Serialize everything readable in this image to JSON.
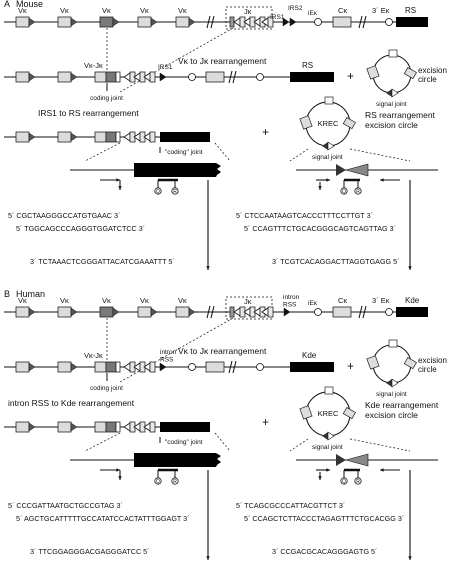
{
  "panel_a": {
    "letter": "A",
    "species": "Mouse",
    "gene_labels": {
      "vk": "Vκ",
      "jk": "Jκ",
      "irs1": "IRS1",
      "irs2": "IRS2",
      "iek": "iEκ",
      "ck": "Cκ",
      "ek3": "3´ Eκ",
      "rs": "RS"
    },
    "step1_title": "Vκ to Jκ rearrangement",
    "vkjk_label": "Vκ-Jκ",
    "coding_joint": "coding joint",
    "irs1_label": "IRS1",
    "rs_label": "RS",
    "plus": "+",
    "excision_circle": "excision\ncircle",
    "signal_joint": "signal joint",
    "step2_title": "IRS1 to RS rearrangement",
    "coding_joint_quoted": "\"coding\" joint",
    "krec": "KREC",
    "rs_excision": "RS rearrangement\nexcision circle",
    "signal_joint2": "signal joint",
    "q": "Q",
    "r": "R",
    "seq_left_1": "5´ CGCTAAGGGCCATGTGAAC 3´",
    "seq_left_2": "5´ TGGCAGCCCAGGGTGGATCTCC 3´",
    "seq_left_3": "3´ TCTAAACTCGGGATTACATCGAAATTT 5´",
    "seq_right_1": "5´ CTCCAATAAGTCACCCTTTCCTTGT 3´",
    "seq_right_2": "5´ CCAGTTTCTGCACGGGCAGTCAGTTAG 3´",
    "seq_right_3": "3´ TCGTCACAGGACTTAGGTGAGG 5´"
  },
  "panel_b": {
    "letter": "B",
    "species": "Human",
    "gene_labels": {
      "vk": "Vκ",
      "jk": "Jκ",
      "intron_rss": "intron\nRSS",
      "iek": "iEκ",
      "ck": "Cκ",
      "ek3": "3´ Eκ",
      "kde": "Kde"
    },
    "step1_title": "Vκ to Jκ rearrangement",
    "vkjk_label": "Vκ-Jκ",
    "coding_joint": "coding joint",
    "intron_rss_label": "intron\nRSS",
    "kde_label": "Kde",
    "plus": "+",
    "excision_circle": "excision\ncircle",
    "signal_joint": "signal joint",
    "step2_title": "intron RSS to Kde rearrangement",
    "coding_joint_quoted": "\"coding\" joint",
    "krec": "KREC",
    "kde_excision": "Kde rearrangement\nexcision circle",
    "signal_joint2": "signal joint",
    "q": "Q",
    "r": "R",
    "seq_left_1": "5´ CCCGATTAATGCTGCCGTAG 3´",
    "seq_left_2": "5´ AGCTGCATTTTTGCCATATCCACTATTTGGAGT 3´",
    "seq_left_3": "3´ TTCGGAGGGACGAGGGATCC 5´",
    "seq_right_1": "5´ TCAGCGCCCATTACGTTCT 3´",
    "seq_right_2": "5´ CCAGCTCTTACCCTAGAGTTTCTGCACGG 3´",
    "seq_right_3": "3´ CCGACGCACAGGGAGTG 5´"
  },
  "colors": {
    "v_segment": "#dcdcdc",
    "v_dark": "#7a7a7a",
    "j_segment": "#e8e8e8",
    "black": "#000000",
    "rss": "#222222"
  }
}
